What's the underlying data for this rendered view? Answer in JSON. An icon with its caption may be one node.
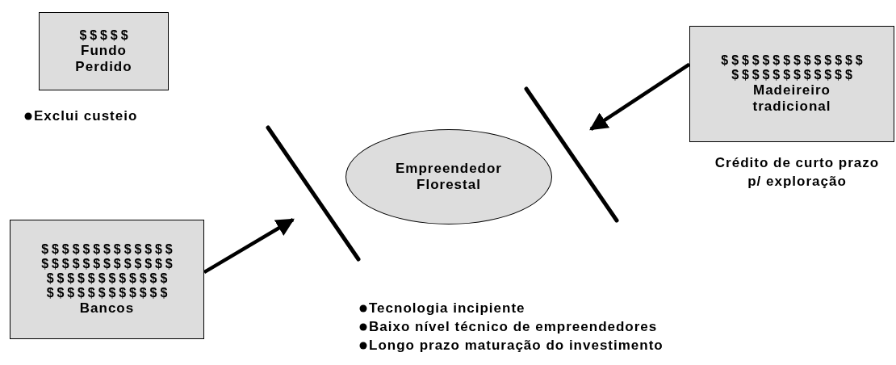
{
  "diagram": {
    "nodes": [
      {
        "text": [
          "$$$$$",
          "Fundo Perdido"
        ],
        "beside": [
          "Exclui custeio"
        ]
      },
      {
        "text": [
          "$$$$$$$$$$$$$$",
          "$$$$$$$$$$$$",
          "Madeireiro tradicional"
        ],
        "beside": [
          "Crédito de curto prazo p/ exploração"
        ]
      },
      {
        "text": [
          "Empreendedor Florestal"
        ]
      },
      {
        "text": [
          "$$$$$$$$$$$$$",
          "$$$$$$$$$$$$$",
          "$$$$$$$$$$$$",
          "$$$$$$$$$$$$",
          "Bancos"
        ]
      }
    ],
    "edges": [
      {
        "from": 3,
        "to": null,
        "arrow": "to"
      },
      {
        "from": 1,
        "to": null,
        "arrow": "to"
      }
    ],
    "labels": [
      "Tecnologia incipiente",
      "Baixo nível técnico de empreendedores",
      "Longo prazo maturação do investimento"
    ]
  }
}
